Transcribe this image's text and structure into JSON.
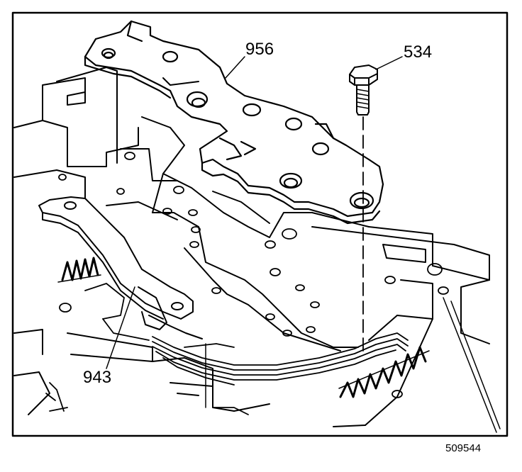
{
  "figure": {
    "callouts": {
      "bracket": "956",
      "bolt": "534",
      "spring": "943"
    },
    "figure_number": "509544"
  },
  "colors": {
    "line": "#000000",
    "background": "#ffffff"
  }
}
